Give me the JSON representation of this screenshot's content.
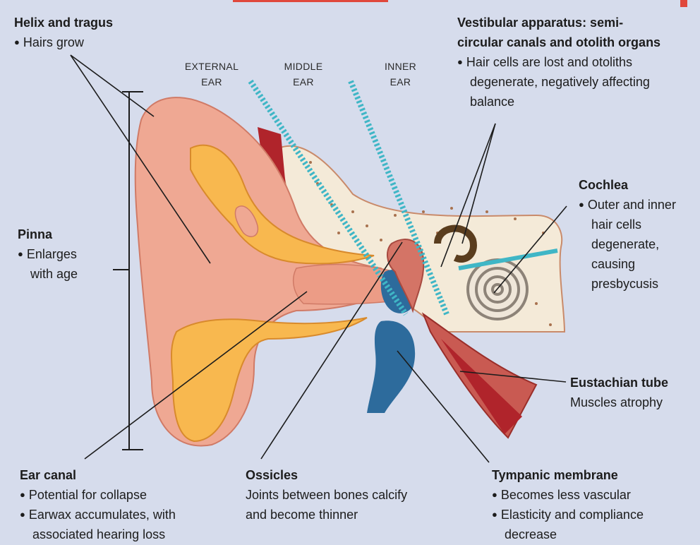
{
  "colors": {
    "background": "#d6dcec",
    "skin": "#efa893",
    "cartilage": "#f8b84f",
    "bone": "#f4ead8",
    "muscle": "#b0242b",
    "tube_blue": "#2d6b9c",
    "zone_divider": "#3fb6c6",
    "leader_line": "#1c1c1c"
  },
  "zones": {
    "external": [
      "EXTERNAL",
      "EAR"
    ],
    "middle": [
      "MIDDLE",
      "EAR"
    ],
    "inner": [
      "INNER",
      "EAR"
    ]
  },
  "labels": {
    "helix": {
      "title": "Helix and tragus",
      "items": [
        "Hairs grow"
      ]
    },
    "vestibular": {
      "title": [
        "Vestibular apparatus: semi-",
        "circular canals and otolith organs"
      ],
      "items": [
        [
          "Hair cells are lost and otoliths",
          "degenerate, negatively affecting",
          "balance"
        ]
      ]
    },
    "cochlea": {
      "title": "Cochlea",
      "items": [
        [
          "Outer and inner",
          "hair cells",
          "degenerate,",
          "causing",
          "presbycusis"
        ]
      ]
    },
    "pinna": {
      "title": "Pinna",
      "items": [
        [
          "Enlarges",
          "with age"
        ]
      ]
    },
    "eustachian": {
      "title": "Eustachian tube",
      "text": "Muscles atrophy"
    },
    "ear_canal": {
      "title": "Ear canal",
      "items": [
        [
          "Potential for collapse"
        ],
        [
          "Earwax accumulates, with",
          "associated hearing loss"
        ]
      ]
    },
    "ossicles": {
      "title": "Ossicles",
      "text": [
        "Joints between bones calcify",
        "and become thinner"
      ]
    },
    "tympanic": {
      "title": "Tympanic membrane",
      "items": [
        [
          "Becomes less vascular"
        ],
        [
          "Elasticity and compliance",
          "decrease"
        ]
      ]
    }
  }
}
